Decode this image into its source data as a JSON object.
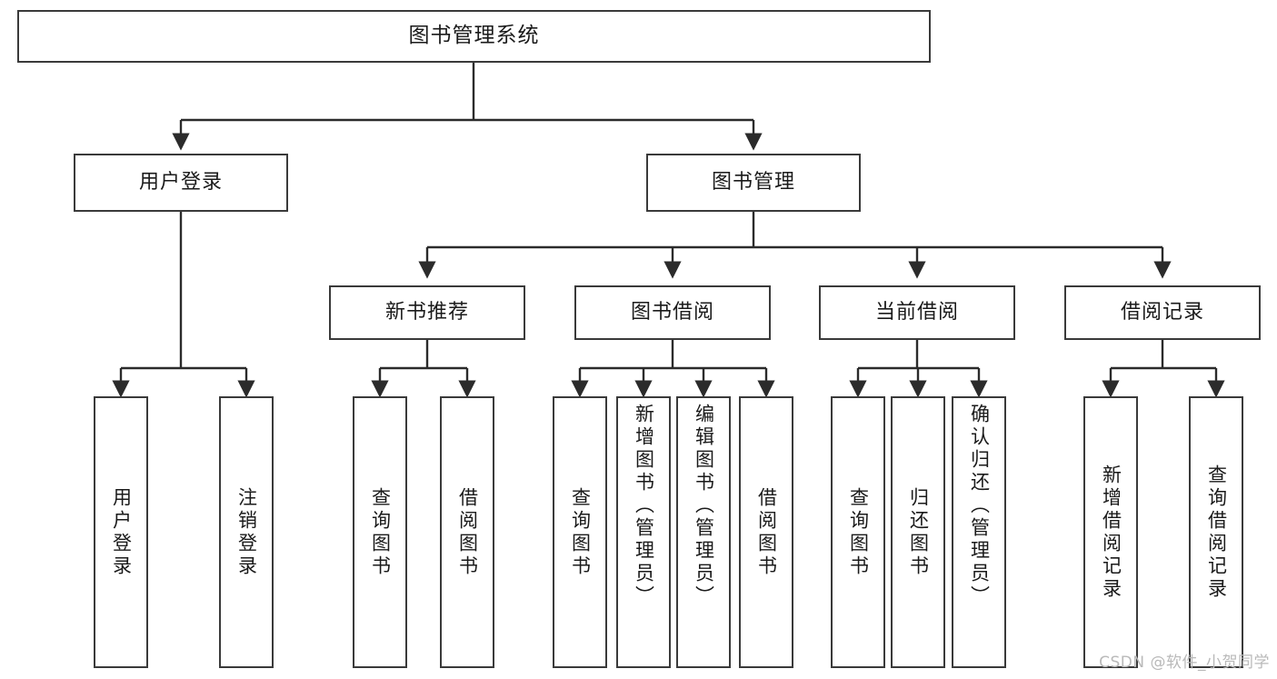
{
  "diagram": {
    "title": "图书管理系统",
    "type": "tree",
    "watermark": "CSDN @软件_小贺同学",
    "colors": {
      "box_border": "#3a3a3a",
      "box_fill": "#ffffff",
      "edge": "#2b2b2b",
      "text": "#1a1a1a",
      "watermark": "#b9b9b9"
    },
    "nodes": {
      "root": {
        "label": "图书管理系统"
      },
      "level1": [
        {
          "id": "user-login",
          "label": "用户登录"
        },
        {
          "id": "book-manage",
          "label": "图书管理"
        }
      ],
      "level2": [
        {
          "id": "new-book-recommend",
          "label": "新书推荐"
        },
        {
          "id": "book-borrow",
          "label": "图书借阅"
        },
        {
          "id": "current-borrow",
          "label": "当前借阅"
        },
        {
          "id": "borrow-record",
          "label": "借阅记录"
        }
      ],
      "leaves": {
        "user_login": [
          {
            "id": "leaf-user-login",
            "label": "用户登录"
          },
          {
            "id": "leaf-logout",
            "label": "注销登录"
          }
        ],
        "new_book_recommend": [
          {
            "id": "leaf-query-book-1",
            "label": "查询图书"
          },
          {
            "id": "leaf-borrow-book-1",
            "label": "借阅图书"
          }
        ],
        "book_borrow": [
          {
            "id": "leaf-query-book-2",
            "label": "查询图书"
          },
          {
            "id": "leaf-add-book",
            "label": "新增图书（管理员）"
          },
          {
            "id": "leaf-edit-book",
            "label": "编辑图书（管理员）"
          },
          {
            "id": "leaf-borrow-book-2",
            "label": "借阅图书"
          }
        ],
        "current_borrow": [
          {
            "id": "leaf-query-book-3",
            "label": "查询图书"
          },
          {
            "id": "leaf-return-book",
            "label": "归还图书"
          },
          {
            "id": "leaf-confirm-return",
            "label": "确认归还（管理员）"
          }
        ],
        "borrow_record": [
          {
            "id": "leaf-add-record",
            "label": "新增借阅记录"
          },
          {
            "id": "leaf-query-record",
            "label": "查询借阅记录"
          }
        ]
      }
    }
  }
}
